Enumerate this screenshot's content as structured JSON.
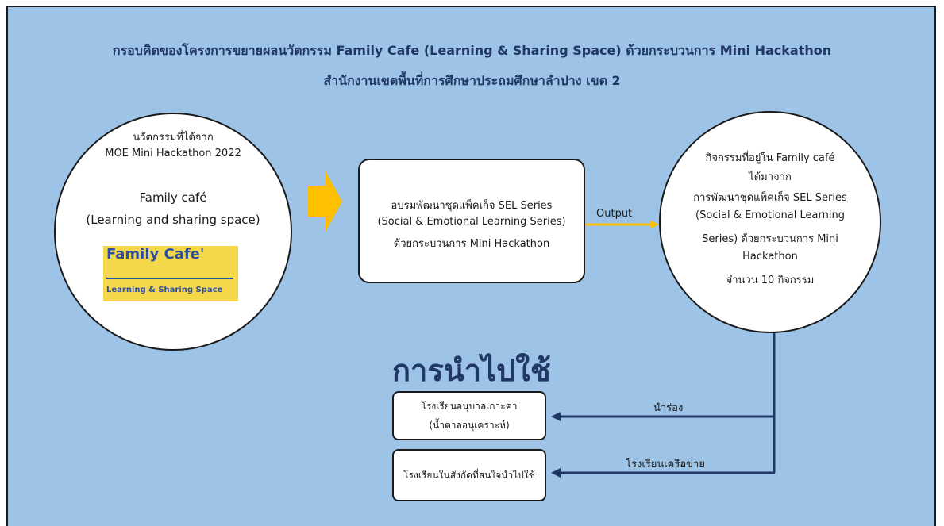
{
  "title": {
    "line1": "กรอบคิดของโครงการขยายผลนวัตกรรม Family Cafe (Learning & Sharing Space) ด้วยกระบวนการ Mini Hackathon",
    "line2": "สำนักงานเขตพื้นที่การศึกษาประถมศึกษาลำปาง เขต 2"
  },
  "left_circle": {
    "line1": "นวัตกรรมที่ได้จาก",
    "line2": "MOE Mini Hackathon 2022",
    "name": "Family café",
    "subname": "(Learning and sharing space)",
    "logo_top": "Family Cafe'",
    "logo_bottom": "Learning & Sharing Space"
  },
  "center_box": {
    "line1": "อบรมพัฒนาชุดแพ็คเก็จ SEL Series",
    "line2": "(Social & Emotional Learning Series)",
    "line3": "ด้วยกระบวนการ Mini Hackathon"
  },
  "output_label": "Output",
  "right_circle": {
    "line1": "กิจกรรมที่อยู่ใน Family café",
    "line2": "ได้มาจาก",
    "line3": "การพัฒนาชุดแพ็คเก็จ SEL Series",
    "line4": "(Social & Emotional Learning",
    "line5": "Series) ด้วยกระบวนการ Mini",
    "line6": "Hackathon",
    "line7": "จำนวน 10 กิจกรรม"
  },
  "application_heading": "การนำไปใช้",
  "targets": [
    {
      "line1": "โรงเรียนอนุบาลเกาะคา",
      "line2": "(น้ำตาลอนุเคราะห์)",
      "arrow_label": "นำร่อง"
    },
    {
      "line1": "โรงเรียนในสังกัดที่สนใจนำไปใช้",
      "arrow_label": "โรงเรียนเครือข่าย"
    }
  ],
  "colors": {
    "background": "#9dc3e6",
    "title": "#1f3864",
    "chevron": "#ffc000",
    "output_arrow": "#ffc000",
    "flow_line": "#1f3864",
    "logo_bg": "#f5d84a",
    "logo_text": "#2e4fa0"
  }
}
